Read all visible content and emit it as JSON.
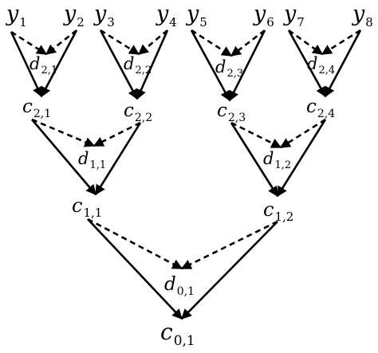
{
  "nodes": [
    {
      "id": "y1",
      "base": "y",
      "sub": "1"
    },
    {
      "id": "y2",
      "base": "y",
      "sub": "2"
    },
    {
      "id": "y3",
      "base": "y",
      "sub": "3"
    },
    {
      "id": "y4",
      "base": "y",
      "sub": "4"
    },
    {
      "id": "y5",
      "base": "y",
      "sub": "5"
    },
    {
      "id": "y6",
      "base": "y",
      "sub": "6"
    },
    {
      "id": "y7",
      "base": "y",
      "sub": "7"
    },
    {
      "id": "y8",
      "base": "y",
      "sub": "8"
    },
    {
      "id": "d21",
      "base": "d",
      "sub": "2,1"
    },
    {
      "id": "d22",
      "base": "d",
      "sub": "2,2"
    },
    {
      "id": "d23",
      "base": "d",
      "sub": "2,3"
    },
    {
      "id": "d24",
      "base": "d",
      "sub": "2,4"
    },
    {
      "id": "c21",
      "base": "c",
      "sub": "2,1"
    },
    {
      "id": "c22",
      "base": "c",
      "sub": "2,2"
    },
    {
      "id": "c23",
      "base": "c",
      "sub": "2,3"
    },
    {
      "id": "c24",
      "base": "c",
      "sub": "2,4"
    },
    {
      "id": "d11",
      "base": "d",
      "sub": "1,1"
    },
    {
      "id": "d12",
      "base": "d",
      "sub": "1,2"
    },
    {
      "id": "c11",
      "base": "c",
      "sub": "1,1"
    },
    {
      "id": "c12",
      "base": "c",
      "sub": "1,2"
    },
    {
      "id": "d01",
      "base": "d",
      "sub": "0,1"
    },
    {
      "id": "c01",
      "base": "c",
      "sub": "0,1"
    }
  ],
  "edges": [
    {
      "from": "y1",
      "to": "c21",
      "style": "solid"
    },
    {
      "from": "y2",
      "to": "c21",
      "style": "solid"
    },
    {
      "from": "y1",
      "to": "d21",
      "style": "dashed"
    },
    {
      "from": "y2",
      "to": "d21",
      "style": "dashed"
    },
    {
      "from": "y3",
      "to": "c22",
      "style": "solid"
    },
    {
      "from": "y4",
      "to": "c22",
      "style": "solid"
    },
    {
      "from": "y3",
      "to": "d22",
      "style": "dashed"
    },
    {
      "from": "y4",
      "to": "d22",
      "style": "dashed"
    },
    {
      "from": "y5",
      "to": "c23",
      "style": "solid"
    },
    {
      "from": "y6",
      "to": "c23",
      "style": "solid"
    },
    {
      "from": "y5",
      "to": "d23",
      "style": "dashed"
    },
    {
      "from": "y6",
      "to": "d23",
      "style": "dashed"
    },
    {
      "from": "y7",
      "to": "c24",
      "style": "solid"
    },
    {
      "from": "y8",
      "to": "c24",
      "style": "solid"
    },
    {
      "from": "y7",
      "to": "d24",
      "style": "dashed"
    },
    {
      "from": "y8",
      "to": "d24",
      "style": "dashed"
    },
    {
      "from": "c21",
      "to": "c11",
      "style": "solid"
    },
    {
      "from": "c22",
      "to": "c11",
      "style": "solid"
    },
    {
      "from": "c21",
      "to": "d11",
      "style": "dashed"
    },
    {
      "from": "c22",
      "to": "d11",
      "style": "dashed"
    },
    {
      "from": "c23",
      "to": "c12",
      "style": "solid"
    },
    {
      "from": "c24",
      "to": "c12",
      "style": "solid"
    },
    {
      "from": "c23",
      "to": "d12",
      "style": "dashed"
    },
    {
      "from": "c24",
      "to": "d12",
      "style": "dashed"
    },
    {
      "from": "c11",
      "to": "c01",
      "style": "solid"
    },
    {
      "from": "c12",
      "to": "c01",
      "style": "solid"
    },
    {
      "from": "c11",
      "to": "d01",
      "style": "dashed"
    },
    {
      "from": "c12",
      "to": "d01",
      "style": "dashed"
    }
  ]
}
